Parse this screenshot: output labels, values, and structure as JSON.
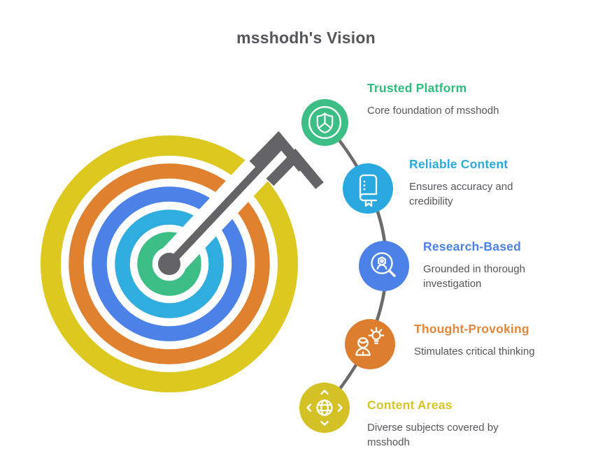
{
  "title": "msshodh's Vision",
  "items": [
    {
      "icon": "shield-circle-icon",
      "heading": "Trusted Platform",
      "description": "Core foundation of msshodh",
      "accent_color": "#2dbd7e",
      "circle_color": "#3dbe87"
    },
    {
      "icon": "book-icon",
      "heading": "Reliable Content",
      "description": "Ensures accuracy and credibility",
      "accent_color": "#29a9e0",
      "circle_color": "#29a9e0"
    },
    {
      "icon": "research-magnifier-icon",
      "heading": "Research-Based",
      "description": "Grounded in thorough investigation",
      "accent_color": "#4c82e8",
      "circle_color": "#4c82e8"
    },
    {
      "icon": "person-idea-icon",
      "heading": "Thought-Provoking",
      "description": "Stimulates critical thinking",
      "accent_color": "#e2873c",
      "circle_color": "#dd7d2e"
    },
    {
      "icon": "globe-arrows-icon",
      "heading": "Content Areas",
      "description": "Diverse subjects covered by msshodh",
      "accent_color": "#d5c526",
      "circle_color": "#d3c125"
    }
  ],
  "target": {
    "rings": [
      {
        "name": "outer-ring",
        "color": "#ddc81f"
      },
      {
        "name": "second-ring",
        "color": "#e0812f"
      },
      {
        "name": "third-ring",
        "color": "#4c82e8"
      },
      {
        "name": "fourth-ring",
        "color": "#2fadde"
      },
      {
        "name": "center-ring",
        "color": "#3dbe87"
      }
    ],
    "gap_color": "#ffffff",
    "arrow_color": "#646467",
    "connector_color": "#6b6b6b"
  }
}
